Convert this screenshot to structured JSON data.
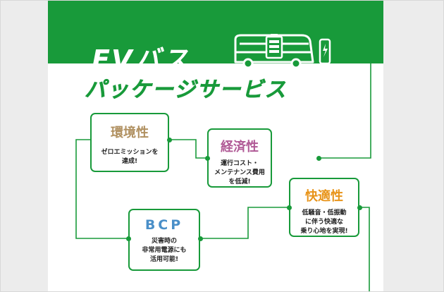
{
  "header": {
    "title_line1": "EVバス",
    "title_line2": "パッケージサービス"
  },
  "colors": {
    "brand_green": "#189a3a",
    "environment": "#b09060",
    "economy": "#b05a96",
    "comfort": "#e8941a",
    "bcp": "#4a8fc8"
  },
  "cards": [
    {
      "id": "environment",
      "title": "環境性",
      "lines": [
        "ゼロエミッションを",
        "達成!"
      ]
    },
    {
      "id": "economy",
      "title": "経済性",
      "lines": [
        "運行コスト・",
        "メンテナンス費用",
        "を低減!"
      ]
    },
    {
      "id": "comfort",
      "title": "快適性",
      "lines": [
        "低騒音・低振動",
        "に伴う快適な",
        "乗り心地を実現!"
      ]
    },
    {
      "id": "bcp",
      "title": "BCP",
      "lines": [
        "災害時の",
        "非常用電源にも",
        "活用可能!"
      ]
    }
  ]
}
